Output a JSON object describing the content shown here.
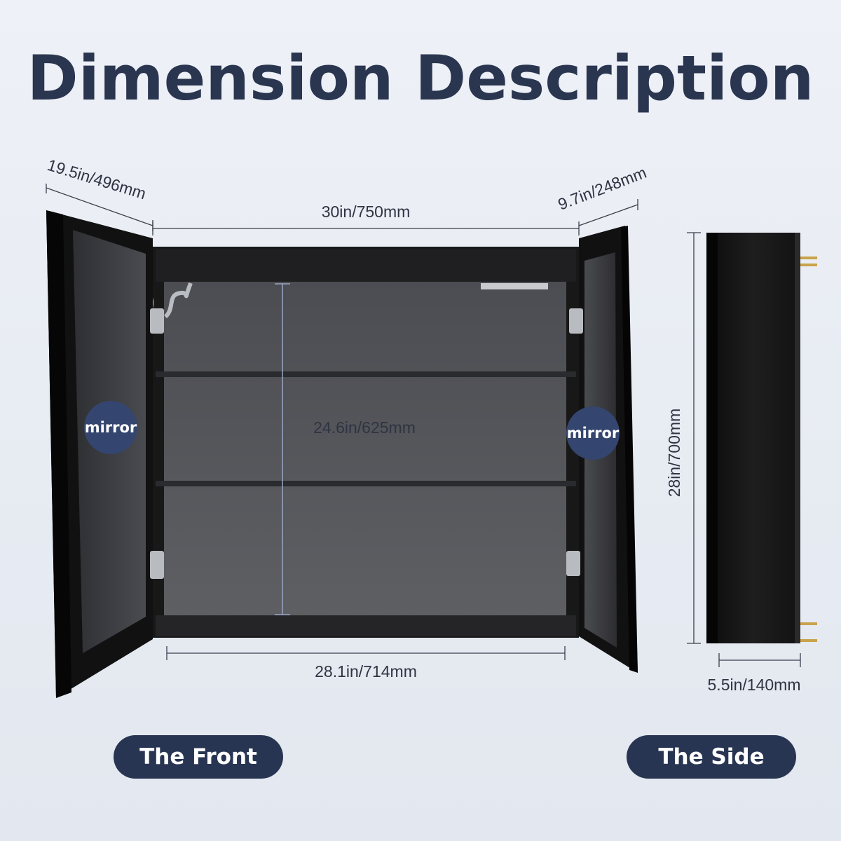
{
  "title": "Dimension Description",
  "front": {
    "label": "The Front",
    "dimensions": {
      "left_door_width": "19.5in/496mm",
      "overall_width": "30in/750mm",
      "right_door_width": "9.7in/248mm",
      "interior_height": "24.6in/625mm",
      "interior_width": "28.1in/714mm"
    },
    "mirror_left": "mirror",
    "mirror_right": "mirror"
  },
  "side": {
    "label": "The Side",
    "dimensions": {
      "height": "28in/700mm",
      "depth": "5.5in/140mm"
    }
  },
  "colors": {
    "title": "#2a3550",
    "pill": "#283552",
    "badge": "#34466f",
    "cabinet": "#141414",
    "hinge_pins": "#c9a24a"
  }
}
